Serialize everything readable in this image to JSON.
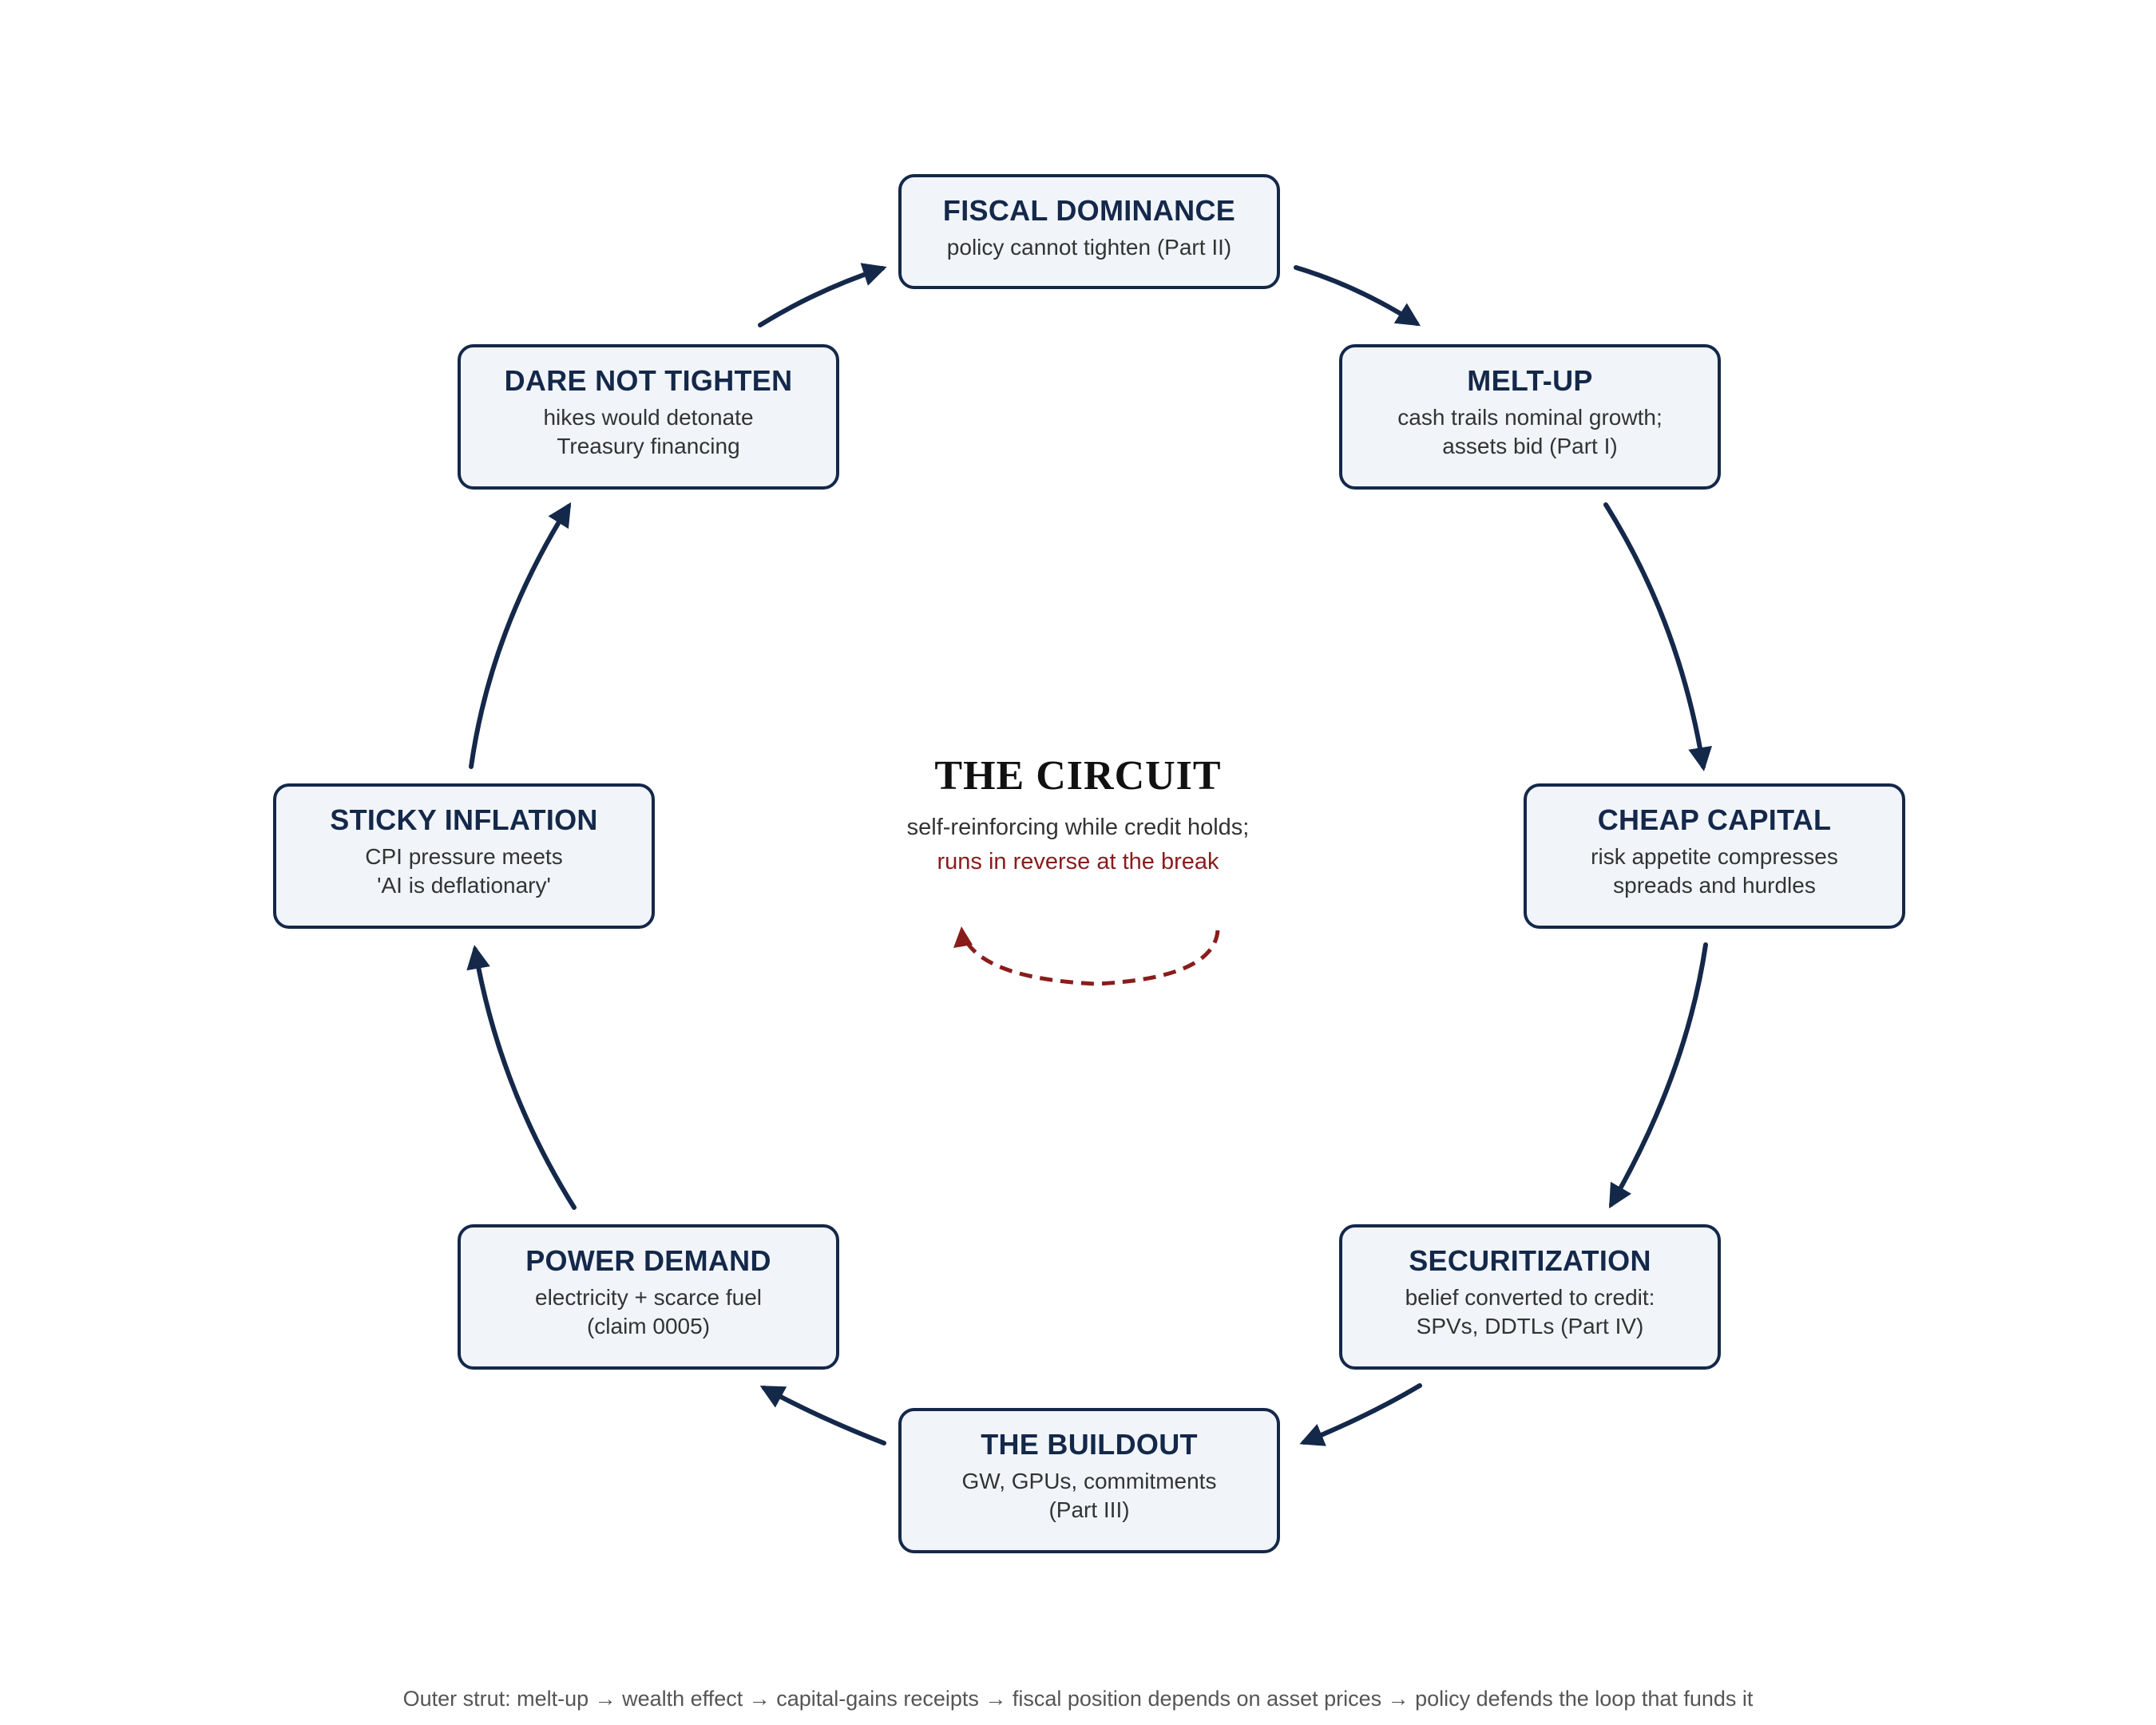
{
  "center": {
    "title": "THE CIRCUIT",
    "subtitle_line1": "self-reinforcing while credit holds;",
    "subtitle_line2": "runs in reverse at the break"
  },
  "nodes": [
    {
      "title": "FISCAL DOMINANCE",
      "lines": [
        "policy cannot tighten (Part II)"
      ]
    },
    {
      "title": "MELT-UP",
      "lines": [
        "cash trails nominal growth;",
        "assets bid (Part I)"
      ]
    },
    {
      "title": "CHEAP CAPITAL",
      "lines": [
        "risk appetite compresses",
        "spreads and hurdles"
      ]
    },
    {
      "title": "SECURITIZATION",
      "lines": [
        "belief converted to credit:",
        "SPVs, DDTLs (Part IV)"
      ]
    },
    {
      "title": "THE BUILDOUT",
      "lines": [
        "GW, GPUs, commitments",
        "(Part III)"
      ]
    },
    {
      "title": "POWER DEMAND",
      "lines": [
        "electricity + scarce fuel",
        "(claim 0005)"
      ]
    },
    {
      "title": "STICKY INFLATION",
      "lines": [
        "CPI pressure meets",
        "'AI is deflationary'"
      ]
    },
    {
      "title": "DARE NOT TIGHTEN",
      "lines": [
        "hikes would detonate",
        "Treasury financing"
      ]
    }
  ],
  "footer": "Outer strut: melt-up → wealth effect → capital-gains receipts → fiscal position depends on asset prices → policy defends the loop that funds it",
  "colors": {
    "navy": "#14284a",
    "node_fill": "#f1f5fa",
    "break_red": "#8a1c1c"
  }
}
